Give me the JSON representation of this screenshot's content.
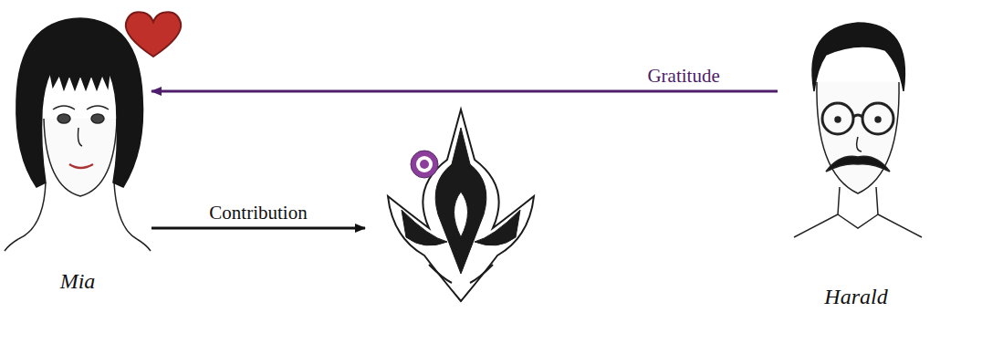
{
  "diagram": {
    "nodes": [
      {
        "text": [
          "Mia"
        ]
      },
      {
        "text": []
      },
      {
        "text": [
          "Harald"
        ]
      }
    ],
    "edges": [
      {
        "from": 0,
        "to": 1,
        "label": "Contribution",
        "arrow": "to"
      },
      {
        "from": 2,
        "to": 0,
        "label": "Gratitude",
        "arrow": "to"
      }
    ]
  }
}
